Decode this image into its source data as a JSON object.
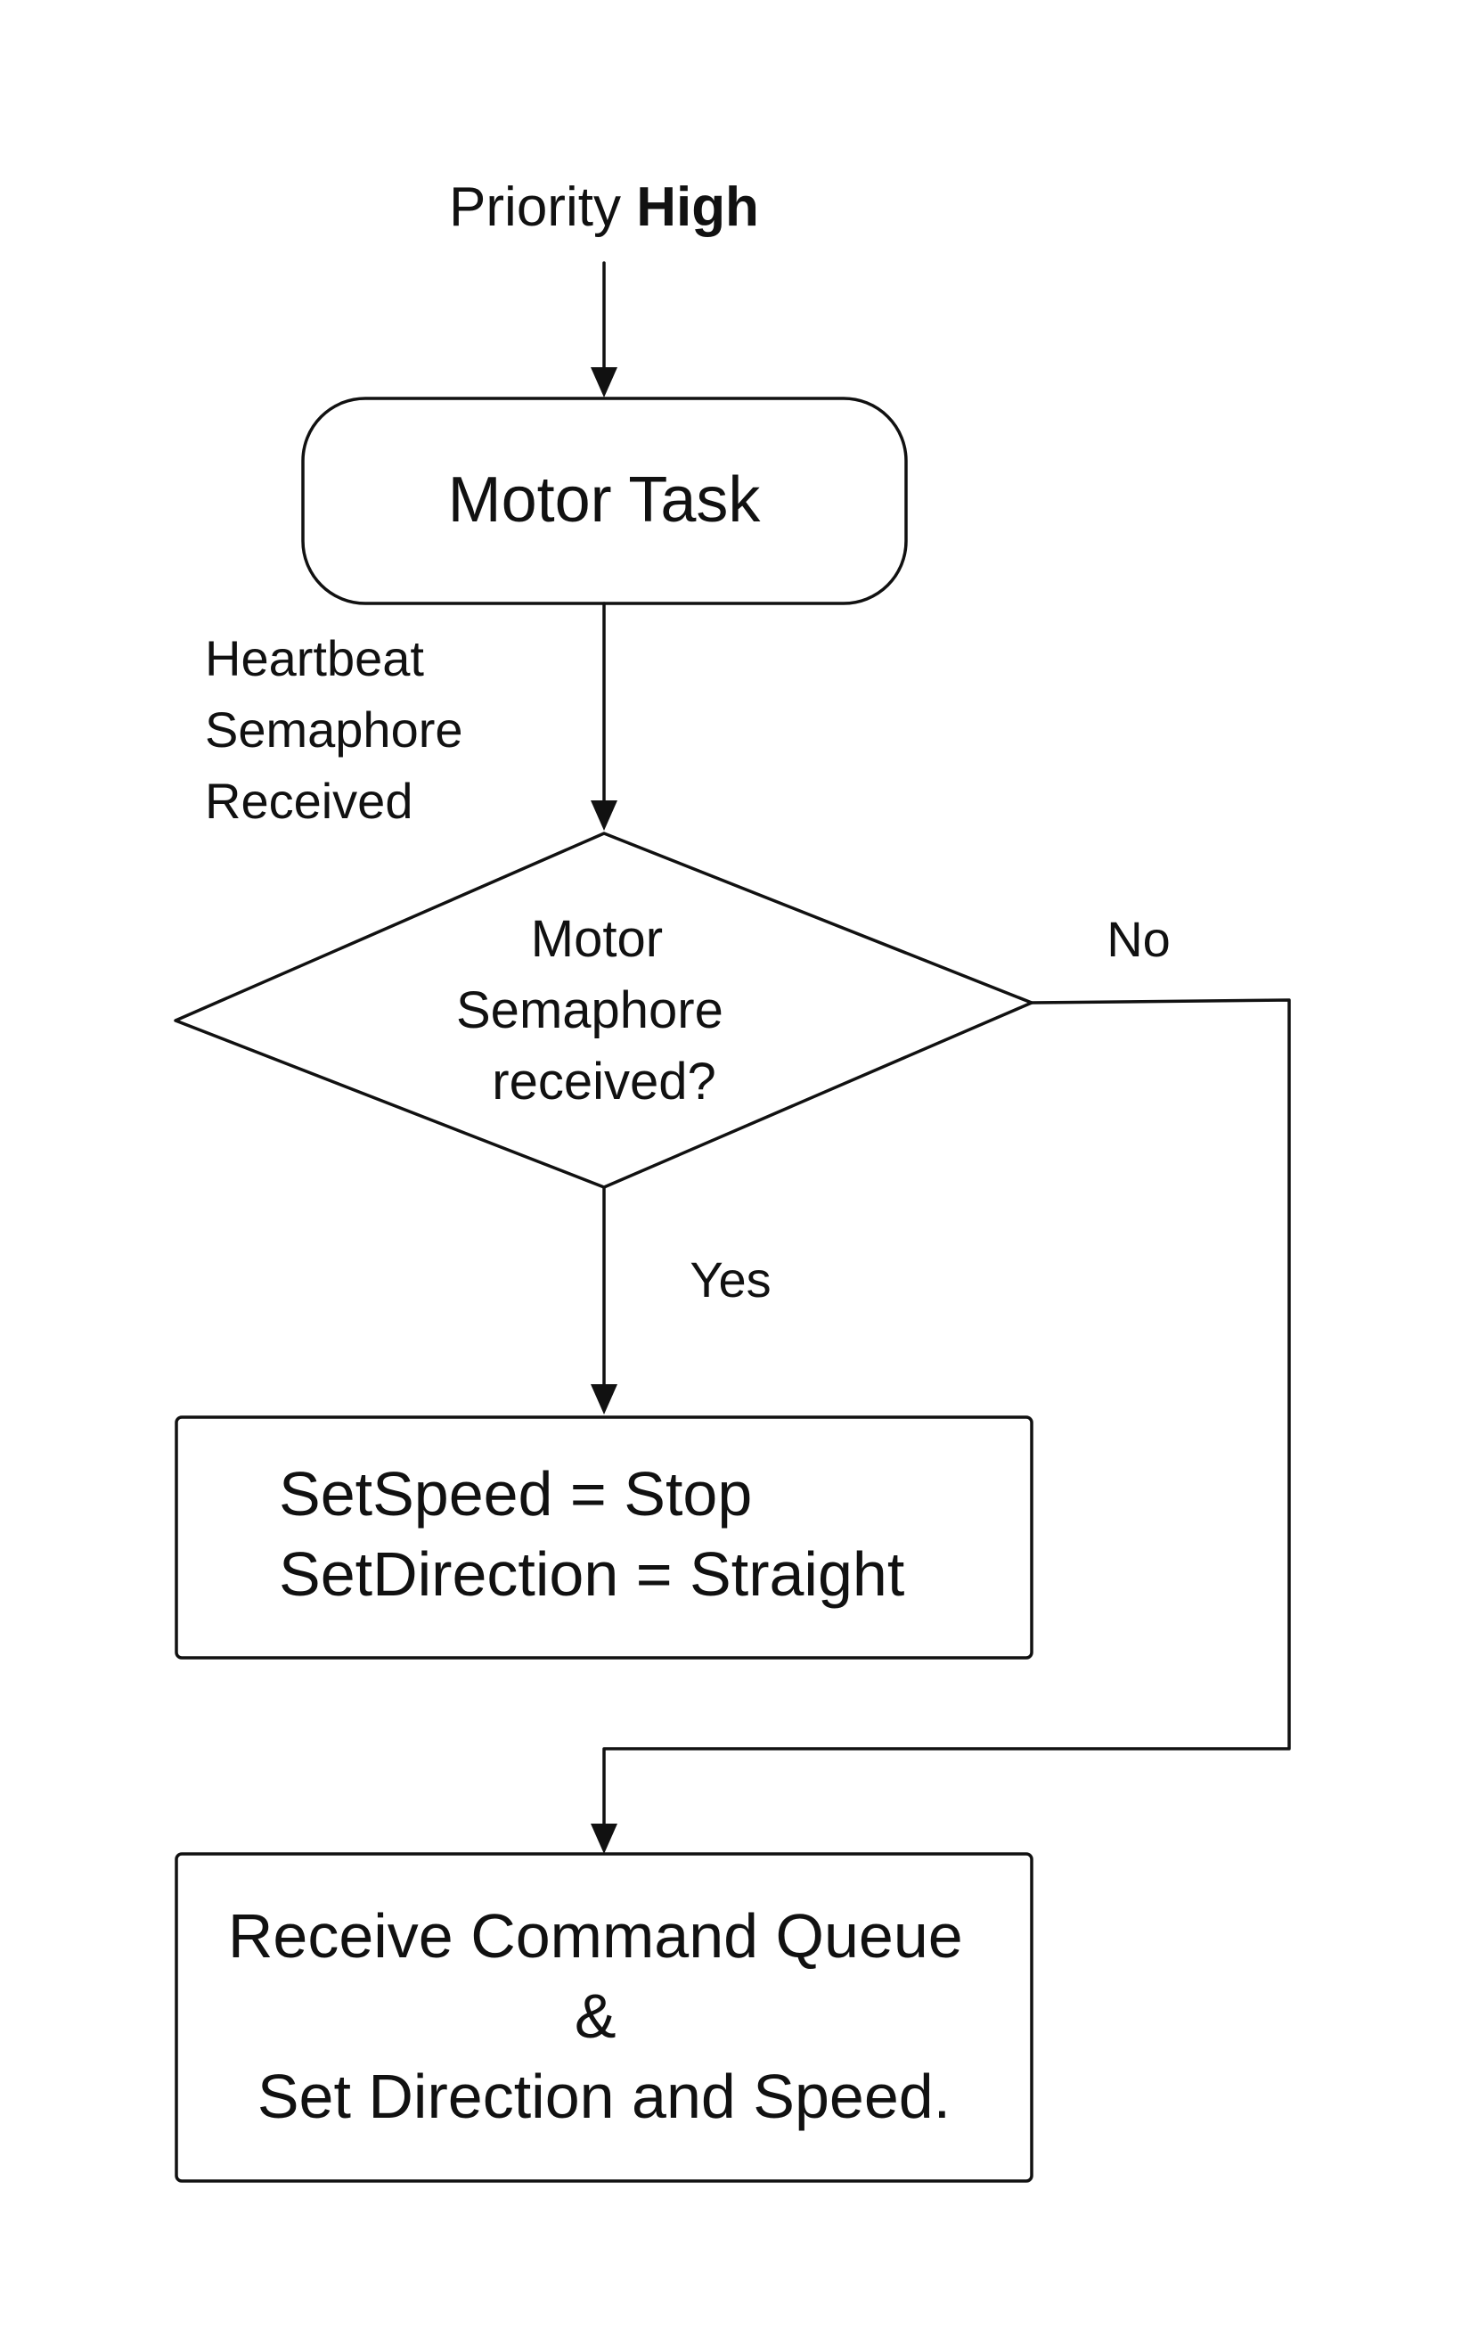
{
  "title": {
    "prefix": "Priority",
    "emphasis": "High"
  },
  "nodes": {
    "start": {
      "label": "Motor Task"
    },
    "decision": {
      "lines": [
        "Motor",
        "Semaphore",
        "received?"
      ]
    },
    "stop_box": {
      "lines": [
        "SetSpeed = Stop",
        "SetDirection = Straight"
      ]
    },
    "command_box": {
      "lines": [
        "Receive Command Queue",
        "&",
        "Set Direction and Speed."
      ]
    }
  },
  "edges": {
    "heartbeat": {
      "lines": [
        "Heartbeat",
        "Semaphore",
        "Received"
      ]
    },
    "no_branch": {
      "label": "No"
    },
    "yes_branch": {
      "label": "Yes"
    }
  },
  "colors": {
    "line": "#111111",
    "background": "#ffffff"
  }
}
